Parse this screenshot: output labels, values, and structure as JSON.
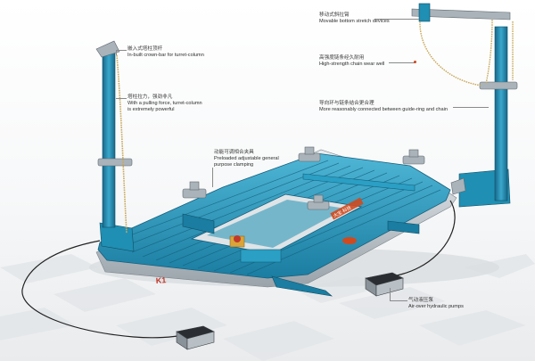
{
  "callouts": [
    {
      "cn": "嵌入式塔柱顶杆",
      "en": "In-built crown-bar for turret-column"
    },
    {
      "cn": "塔柱拉力，强劲非凡",
      "en1": "With a pulling force, turret-column",
      "en2": "is extremely powerful"
    },
    {
      "cn": "动能可调相合夹具",
      "en1": "Preloaded adjustable general",
      "en2": "purpose clamping"
    },
    {
      "cn": "移动式斜拉臂",
      "en": "Movable bottom stretch devices"
    },
    {
      "cn": "高强度链条经久耐用",
      "en": "High-strength chain wear well"
    },
    {
      "cn": "导向环与链条结合更合理",
      "en": "More reasonably connected between guide-ring and chain"
    },
    {
      "cn": "气动液压泵",
      "en": "Air-over hydraulic pumps"
    }
  ],
  "bench": {
    "model": "K1",
    "brand": "大宝·科技"
  },
  "colors": {
    "teal": "#1f8fb3",
    "teal_dark": "#17698a",
    "teal_light": "#4fb6d6",
    "steel": "#b8bfc5",
    "chain": "#c9a85a",
    "accent": "#d04a1f"
  }
}
